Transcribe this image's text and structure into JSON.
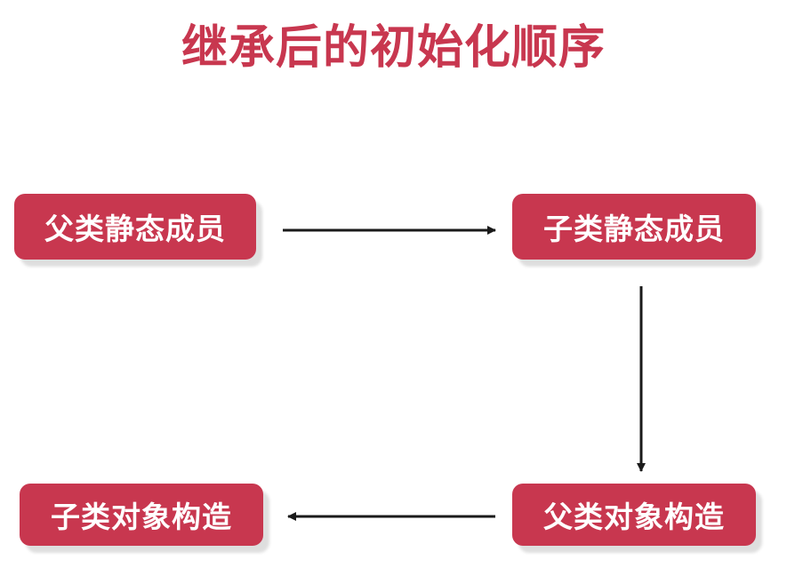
{
  "title": "继承后的初始化顺序",
  "colors": {
    "title": "#c8374f",
    "node_fill": "#c8374f",
    "node_text": "#ffffff",
    "arrow": "#1a1a1a"
  },
  "nodes": [
    {
      "id": "parent-static",
      "label": "父类静态成员"
    },
    {
      "id": "child-static",
      "label": "子类静态成员"
    },
    {
      "id": "parent-construct",
      "label": "父类对象构造"
    },
    {
      "id": "child-construct",
      "label": "子类对象构造"
    }
  ],
  "edges": [
    {
      "from": "parent-static",
      "to": "child-static"
    },
    {
      "from": "child-static",
      "to": "parent-construct"
    },
    {
      "from": "parent-construct",
      "to": "child-construct"
    }
  ]
}
